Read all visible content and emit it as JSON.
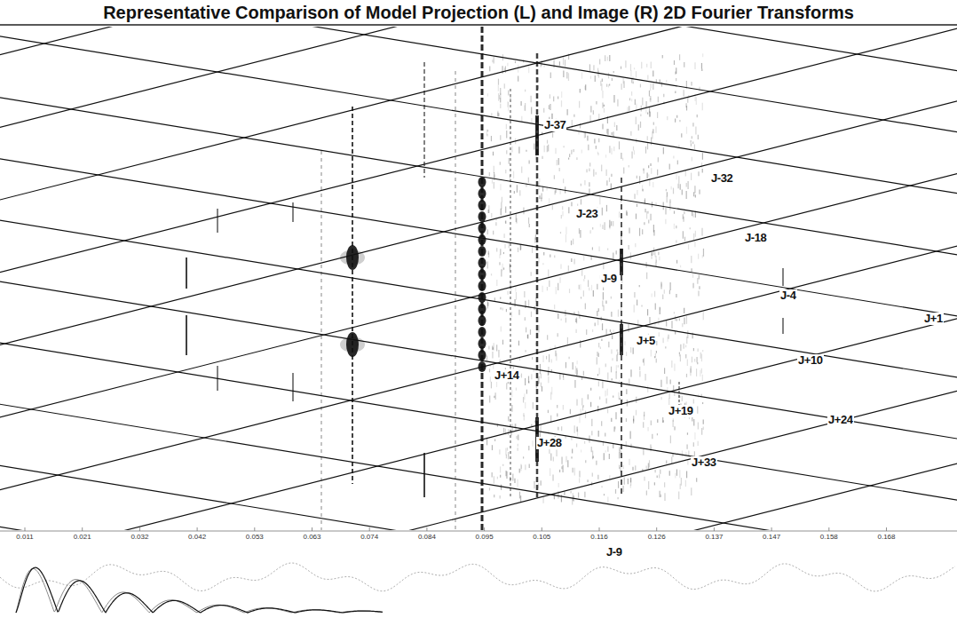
{
  "diagram": {
    "title": "Representative Comparison of Model Projection (L) and Image (R) 2D Fourier Transforms",
    "labels": [
      "J-37",
      "J-32",
      "J-23",
      "J-18",
      "J-9",
      "J-4",
      "J+1",
      "J+5",
      "J+10",
      "J+14",
      "J+19",
      "J+24",
      "J+28",
      "J+33",
      "0.011",
      "0.021",
      "0.032",
      "0.042",
      "0.053",
      "0.063",
      "0.074",
      "0.084",
      "0.095",
      "0.105",
      "0.116",
      "0.126",
      "0.137",
      "0.147",
      "0.158",
      "0.168",
      "J-9"
    ]
  }
}
